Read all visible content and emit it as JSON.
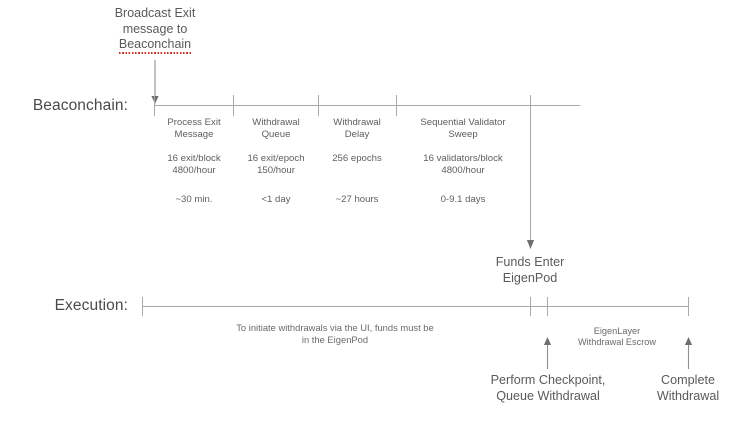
{
  "diagram": {
    "title_note": {
      "line1": "Broadcast Exit",
      "line2": "message to",
      "line3": "Beaconchain"
    },
    "lanes": {
      "beaconchain_label": "Beaconchain:",
      "execution_label": "Execution:"
    },
    "beaconchain_segments": [
      {
        "title_line1": "Process Exit",
        "title_line2": "Message",
        "rate_line1": "16 exit/block",
        "rate_line2": "4800/hour",
        "duration": "~30 min."
      },
      {
        "title_line1": "Withdrawal",
        "title_line2": "Queue",
        "rate_line1": "16 exit/epoch",
        "rate_line2": "150/hour",
        "duration": "<1 day"
      },
      {
        "title_line1": "Withdrawal",
        "title_line2": "Delay",
        "rate_line1": "256 epochs",
        "rate_line2": "",
        "duration": "~27 hours"
      },
      {
        "title_line1": "Sequential Validator",
        "title_line2": "Sweep",
        "rate_line1": "16 validators/block",
        "rate_line2": "4800/hour",
        "duration": "0-9.1 days"
      }
    ],
    "funds_enter": {
      "line1": "Funds Enter",
      "line2": "EigenPod"
    },
    "execution_note": {
      "line1": "To initiate withdrawals via the UI, funds must be",
      "line2": "in the EigenPod"
    },
    "escrow_note": {
      "line1": "EigenLayer",
      "line2": "Withdrawal Escrow"
    },
    "checkpoint_label": {
      "line1": "Perform Checkpoint,",
      "line2": "Queue Withdrawal"
    },
    "complete_label": {
      "line1": "Complete",
      "line2": "Withdrawal"
    },
    "colors": {
      "line": "#a9a9a9",
      "text": "#5a5a5a",
      "heading": "#4a4a4a",
      "spellcheck": "#d93025",
      "background": "#ffffff"
    }
  }
}
